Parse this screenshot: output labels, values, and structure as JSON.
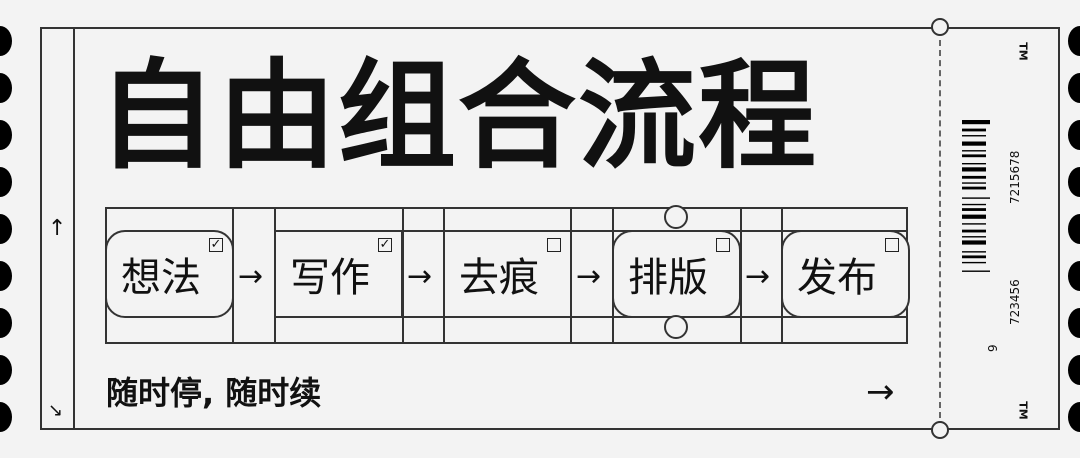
{
  "title": "自由组合流程",
  "steps": [
    {
      "label": "想法",
      "checked": true
    },
    {
      "label": "写作",
      "checked": true
    },
    {
      "label": "去痕",
      "checked": false
    },
    {
      "label": "排版",
      "checked": false
    },
    {
      "label": "发布",
      "checked": false
    }
  ],
  "subtitle": "随时停, 随时续",
  "barcode": {
    "lead": "9",
    "group1": "723456",
    "group2": "7215678"
  },
  "trademark": "TM",
  "icons": {
    "left_up": "arrow-up-icon",
    "left_down": "arrow-down-right-icon",
    "bottom_right": "arrow-right-icon",
    "flow": "arrow-right-icon"
  }
}
